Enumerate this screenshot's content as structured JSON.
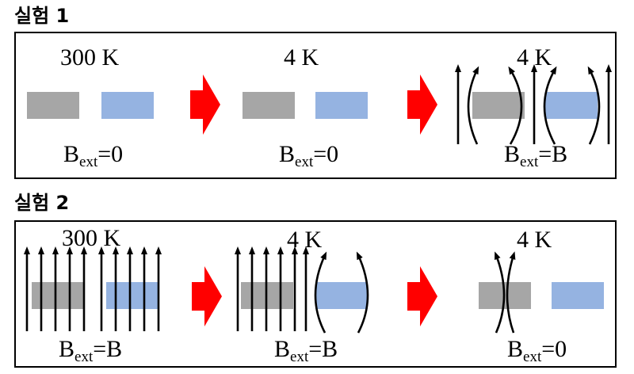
{
  "experiments": [
    {
      "title": "실험 1",
      "stages": [
        {
          "temperature": "300 K",
          "field_symbol": "B",
          "field_subscript": "ext",
          "field_value": "=0"
        },
        {
          "temperature": "4 K",
          "field_symbol": "B",
          "field_subscript": "ext",
          "field_value": "=0"
        },
        {
          "temperature": "4 K",
          "field_symbol": "B",
          "field_subscript": "ext",
          "field_value": "=B"
        }
      ]
    },
    {
      "title": "실험 2",
      "stages": [
        {
          "temperature": "300 K",
          "field_symbol": "B",
          "field_subscript": "ext",
          "field_value": "=B"
        },
        {
          "temperature": "4 K",
          "field_symbol": "B",
          "field_subscript": "ext",
          "field_value": "=B"
        },
        {
          "temperature": "4 K",
          "field_symbol": "B",
          "field_subscript": "ext",
          "field_value": "=0"
        }
      ]
    }
  ],
  "colors": {
    "block_gray": "#a6a6a6",
    "block_blue": "#95b3e1",
    "arrow_red": "#ff0000",
    "field_line": "#000000"
  },
  "icons": [
    "red-process-arrow-icon",
    "field-line-arrow-icon"
  ]
}
